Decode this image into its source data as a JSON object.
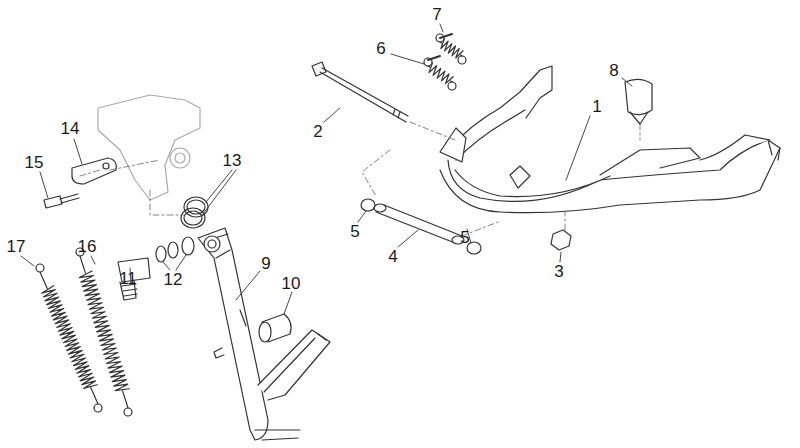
{
  "diagram": {
    "labels": [
      "7",
      "6",
      "8",
      "2",
      "1",
      "14",
      "13",
      "15",
      "5",
      "4",
      "5",
      "3",
      "17",
      "16",
      "11",
      "12",
      "9",
      "10"
    ]
  }
}
